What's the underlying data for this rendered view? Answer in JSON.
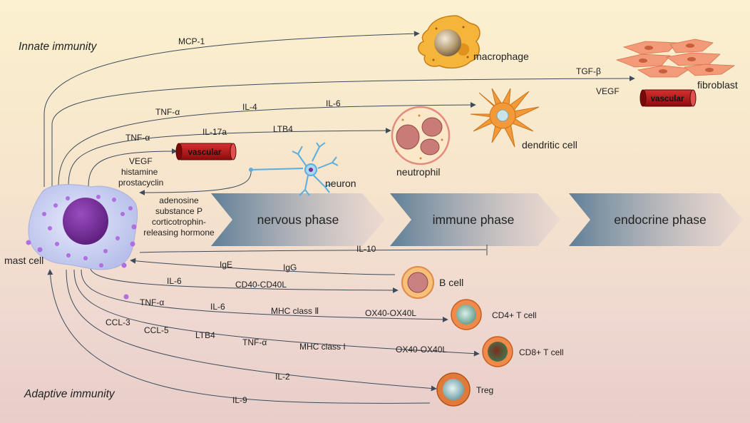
{
  "immunity": {
    "innate": "Innate immunity",
    "adaptive": "Adaptive immunity"
  },
  "phases": [
    "nervous phase",
    "immune phase",
    "endocrine phase"
  ],
  "cells": {
    "mast": "mast cell",
    "macrophage": "macrophage",
    "fibroblast": "fibroblast",
    "dendritic": "dendritic cell",
    "neutrophil": "neutrophil",
    "neuron": "neuron",
    "bcell": "B cell",
    "cd4": "CD4+ T cell",
    "cd8": "CD8+ T cell",
    "treg": "Treg"
  },
  "vascular_label": "vascular",
  "mediators": {
    "mcp1": "MCP-1",
    "tgfb": "TGF-β",
    "vegf": "VEGF",
    "tnfa": "TNF-α",
    "il4": "IL-4",
    "il6": "IL-6",
    "il17a": "IL-17a",
    "ltb4": "LTB4",
    "histamine": "histamine",
    "prostacyclin": "prostacyclin",
    "adenosine": "adenosine",
    "substance_p": "substance P",
    "crh1": "corticotrophin-",
    "crh2": "releasing hormone",
    "il10": "IL-10",
    "ige": "IgE",
    "igg": "IgG",
    "cd40": "CD40-CD40L",
    "mhc2": "MHC  class Ⅱ",
    "ox40": "OX40-OX40L",
    "ccl3": "CCL-3",
    "ccl5": "CCL-5",
    "mhc1": "MHC  class I",
    "il2": "IL-2",
    "il9": "IL-9"
  },
  "colors": {
    "arrow": "#3c4c5c",
    "mast_cell": "#c7cdf0",
    "nucleus": "#7a2e9a",
    "granule": "#b06ee0",
    "vascular": "#b01818",
    "phase_arrow": "#5f7f97",
    "macrophage": "#f5b43a",
    "dendritic": "#f29a3a",
    "neuron": "#5aaee0"
  }
}
